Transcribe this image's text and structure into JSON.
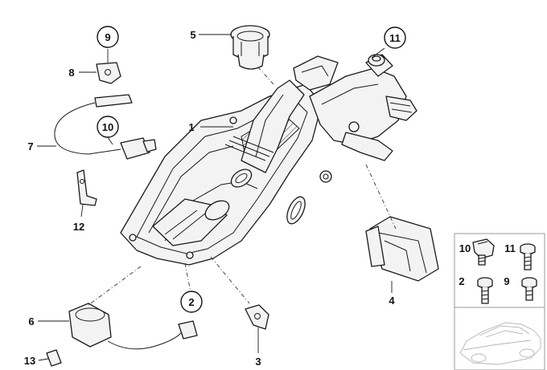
{
  "callouts": [
    {
      "id": "1",
      "text": "1",
      "circled": false
    },
    {
      "id": "2",
      "text": "2",
      "circled": true
    },
    {
      "id": "3",
      "text": "3",
      "circled": false
    },
    {
      "id": "4",
      "text": "4",
      "circled": false
    },
    {
      "id": "5",
      "text": "5",
      "circled": false
    },
    {
      "id": "6",
      "text": "6",
      "circled": false
    },
    {
      "id": "7",
      "text": "7",
      "circled": false
    },
    {
      "id": "8",
      "text": "8",
      "circled": false
    },
    {
      "id": "9",
      "text": "9",
      "circled": true
    },
    {
      "id": "10",
      "text": "10",
      "circled": true
    },
    {
      "id": "11",
      "text": "11",
      "circled": true
    },
    {
      "id": "12",
      "text": "12",
      "circled": false
    },
    {
      "id": "13",
      "text": "13",
      "circled": false
    }
  ],
  "inset_panel": {
    "items": [
      {
        "text": "10"
      },
      {
        "text": "11"
      },
      {
        "text": "2"
      },
      {
        "text": "9"
      }
    ]
  }
}
